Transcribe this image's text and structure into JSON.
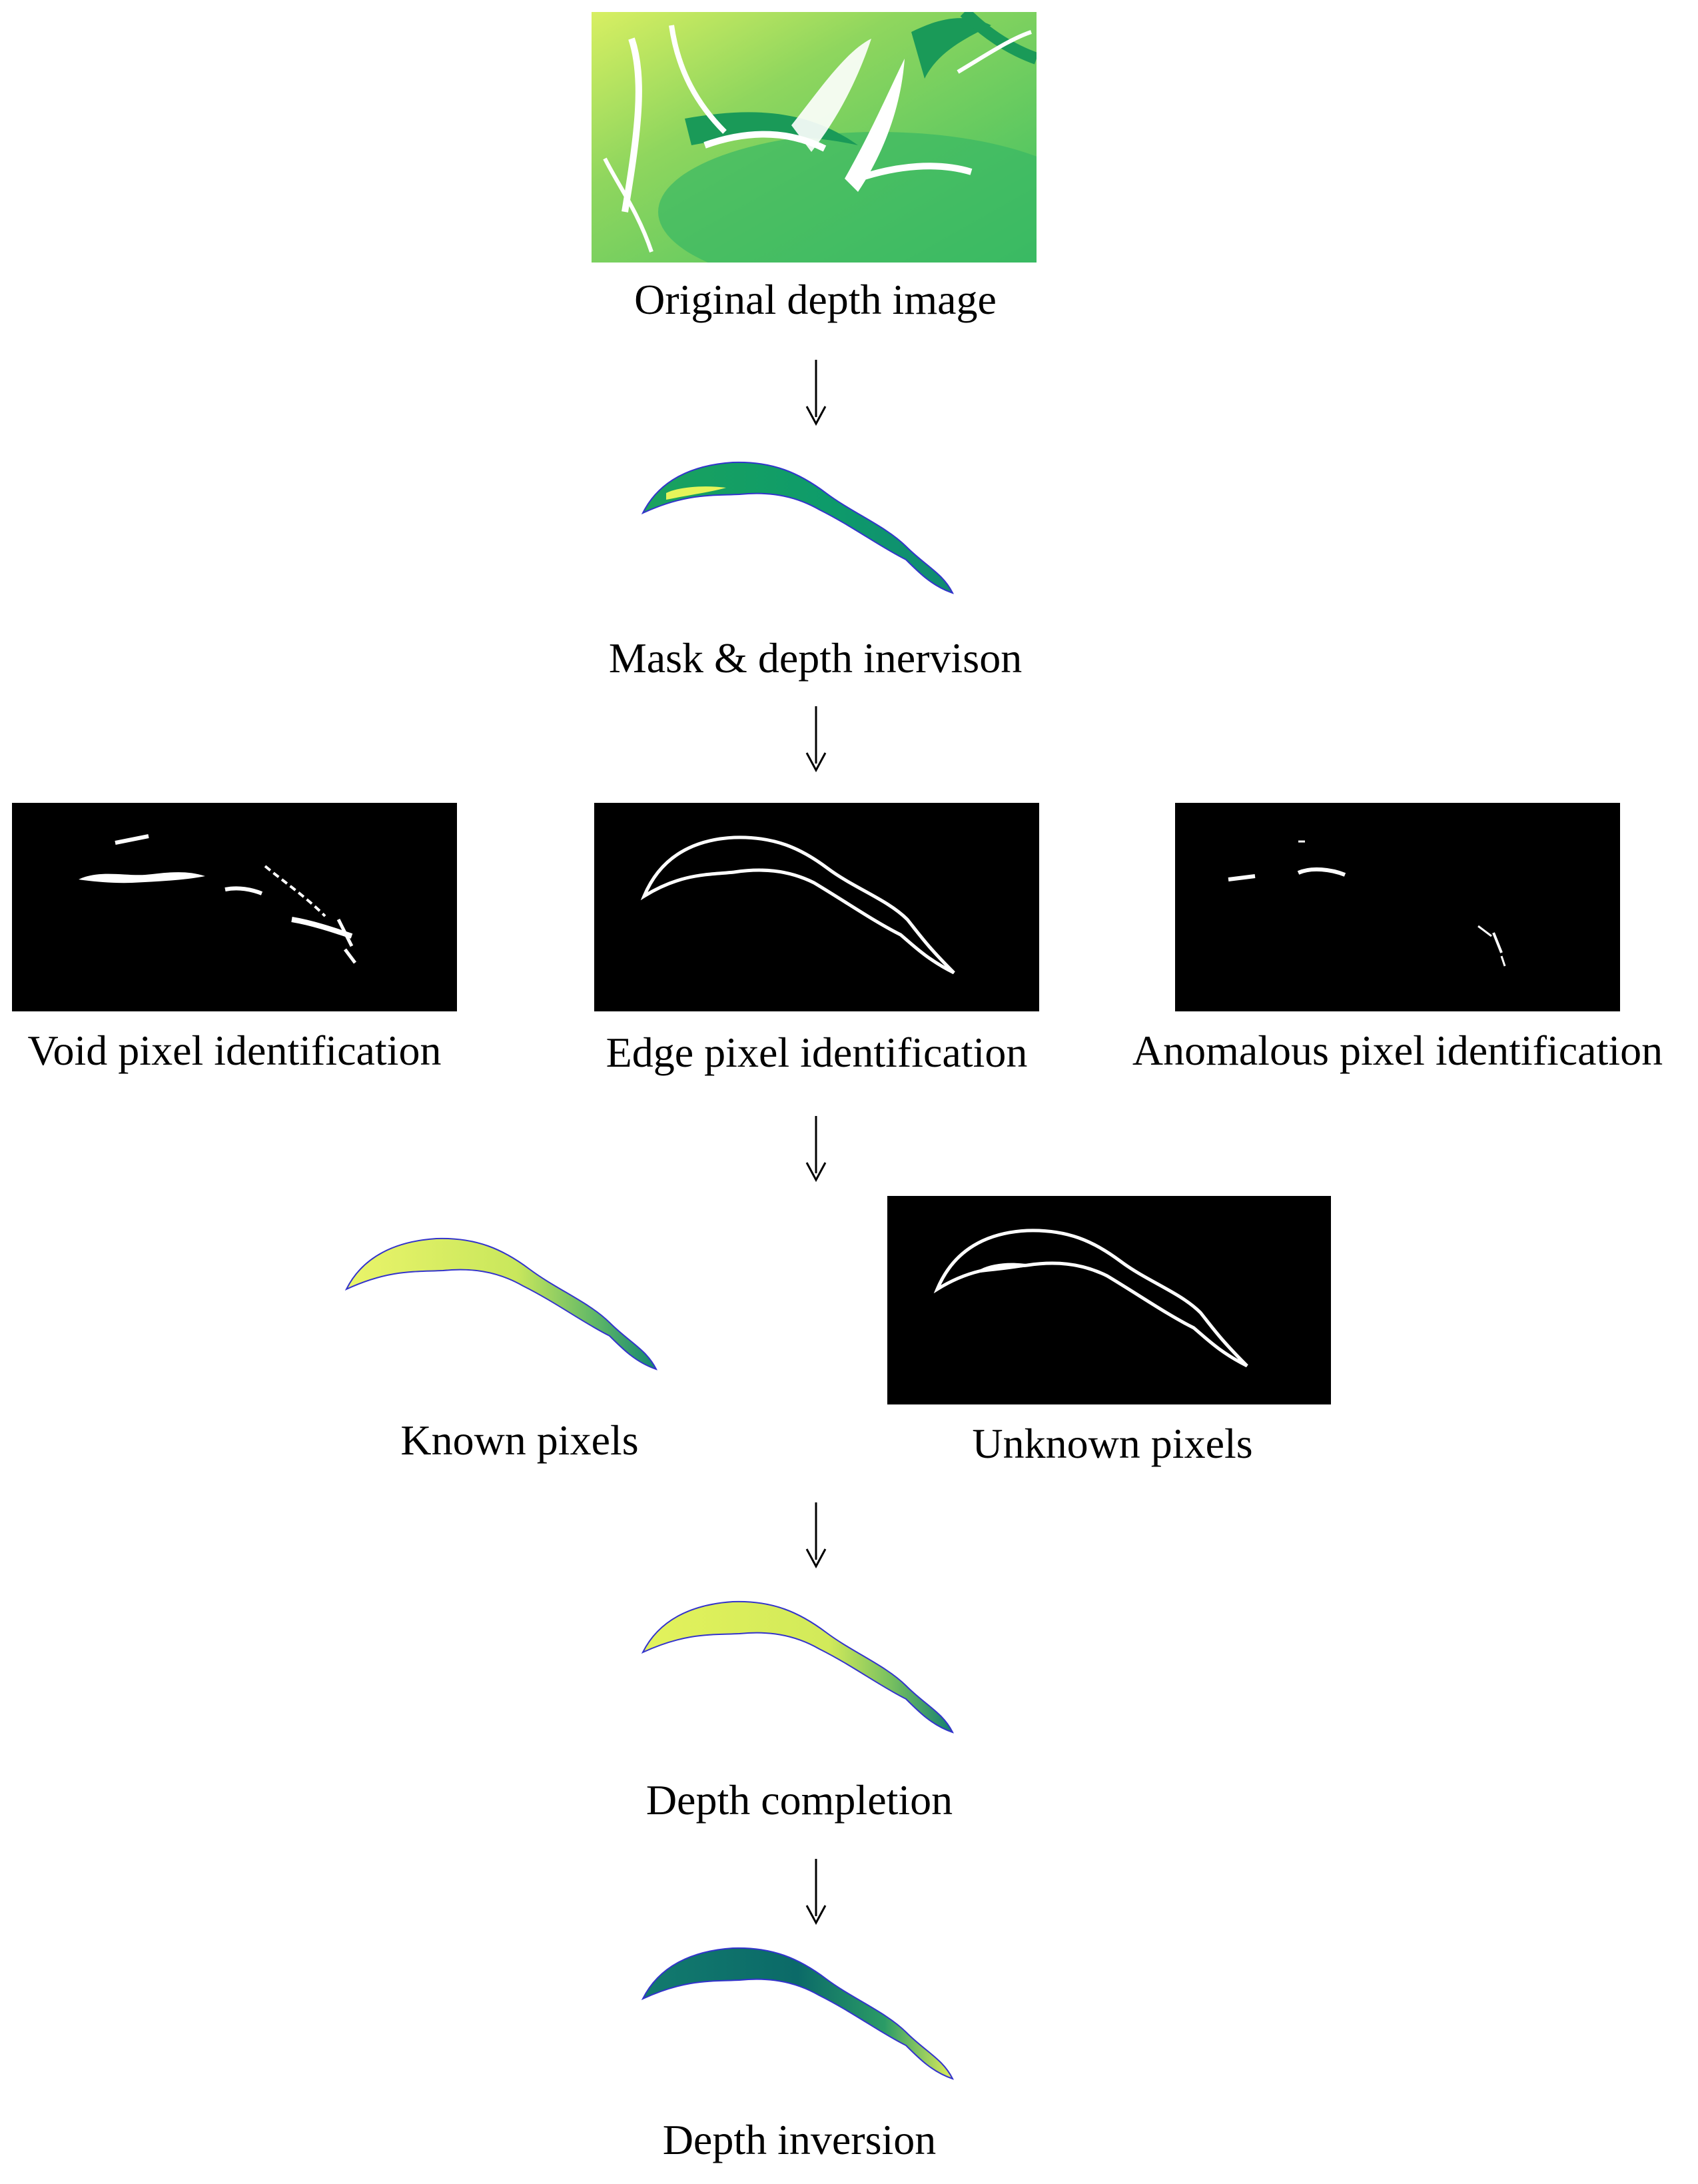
{
  "steps": {
    "original": "Original depth image",
    "mask_inversion": "Mask & depth inervison",
    "void": "Void pixel identification",
    "edge": "Edge pixel identification",
    "anomalous": "Anomalous pixel identification",
    "known": "Known pixels",
    "unknown": "Unknown pixels",
    "completion": "Depth completion",
    "inversion": "Depth inversion"
  },
  "colors": {
    "leaf_green": "#13a061",
    "leaf_dark": "#0f6e6b",
    "leaf_yellow": "#e6f45a",
    "outline_blue": "#3333cc",
    "panel_black": "#000000",
    "edge_white": "#ffffff"
  }
}
